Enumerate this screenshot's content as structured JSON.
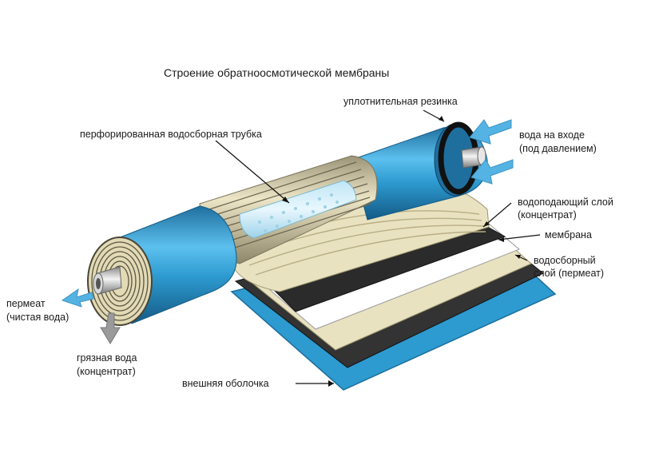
{
  "title": "Строение обратноосмотической мембраны",
  "labels": {
    "seal": "уплотнительная резинка",
    "tube": "перфорированная водосборная трубка",
    "inlet_line1": "вода на входе",
    "inlet_line2": "(под давлением)",
    "feed_line1": "водоподающий слой",
    "feed_line2": "(концентрат)",
    "membrane": "мембрана",
    "perm_layer_line1": "водосборный",
    "perm_layer_line2": "слой (пермеат)",
    "permeate_line1": "пермеат",
    "permeate_line2": "(чистая вода)",
    "dirty_line1": "грязная вода",
    "dirty_line2": "(концентрат)",
    "shell": "внешняя оболочка"
  },
  "colors": {
    "shell_blue": "#2d9ad0",
    "layer_cream": "#e9e2c0",
    "membrane_dark": "#333333",
    "arrow_blue": "#55b3e3",
    "arrow_gray": "#9a9a9a"
  }
}
